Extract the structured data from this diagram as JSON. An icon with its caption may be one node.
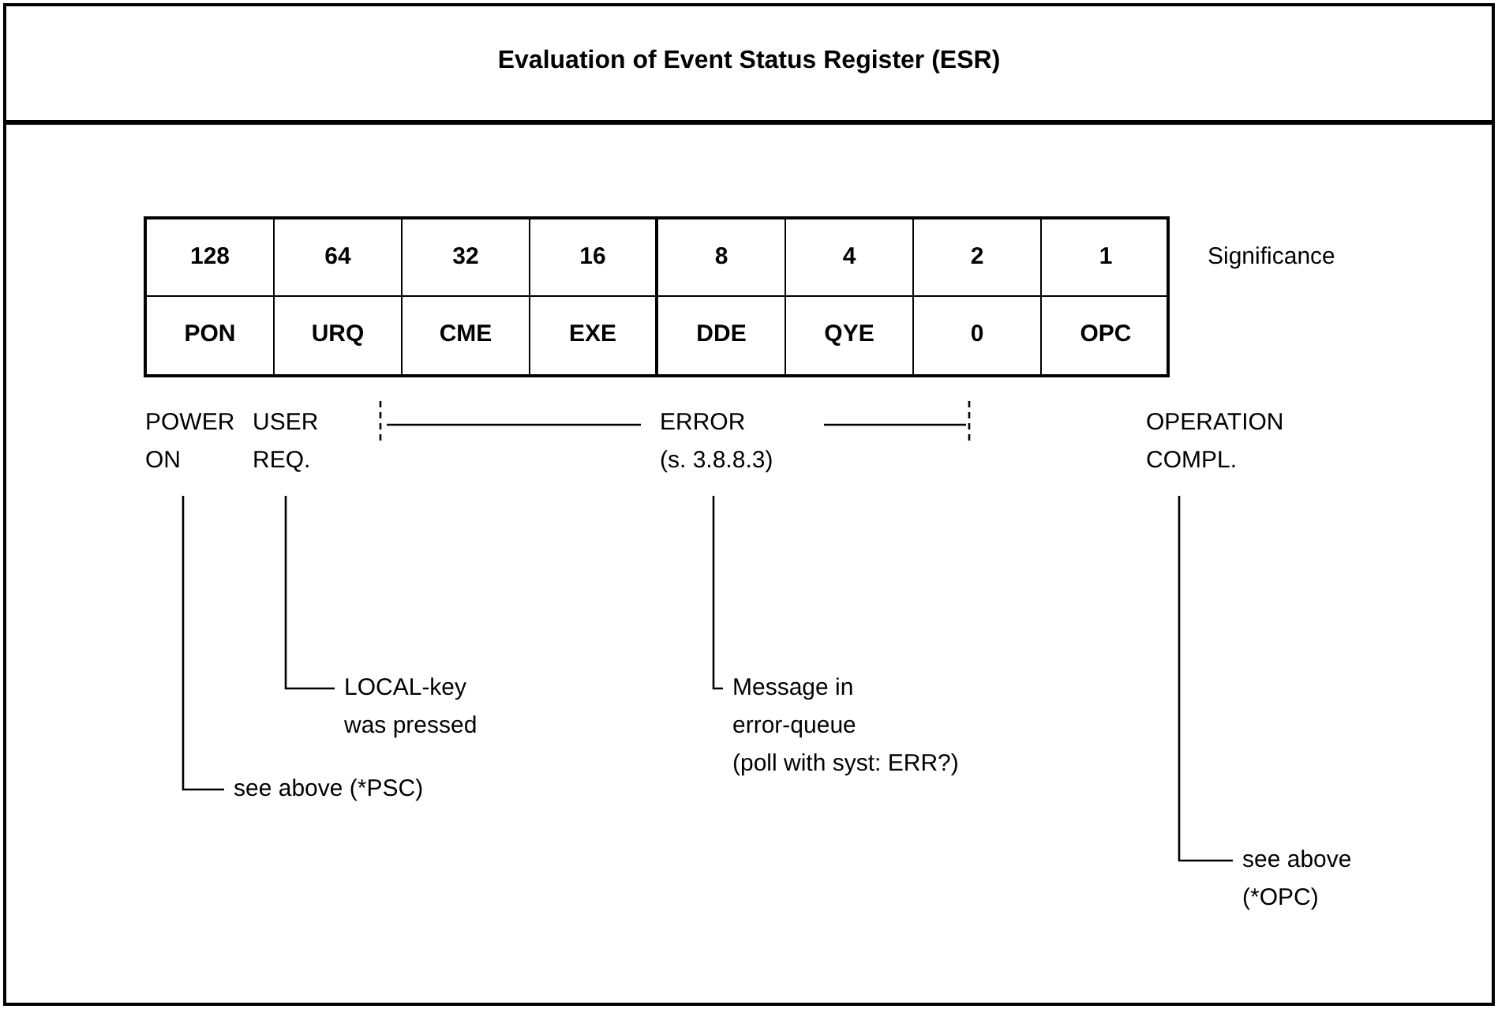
{
  "diagram": {
    "title": "Evaluation of Event Status Register (ESR)",
    "nodes": [
      {
        "text": [
          "POWER ON"
        ]
      },
      {
        "text": [
          "USER REQ."
        ]
      },
      {
        "text": [
          "ERROR",
          "(s. 3.8.8.3)"
        ]
      },
      {
        "text": [
          "OPERATION COMPL."
        ]
      },
      {
        "text": [
          "see above (*PSC)"
        ]
      },
      {
        "text": [
          "LOCAL-key was pressed"
        ]
      },
      {
        "text": [
          "Message in error-queue",
          "(poll with syst: ERR?)"
        ]
      },
      {
        "text": [
          "see above (*OPC)"
        ]
      }
    ],
    "edges": [
      {
        "from": 0,
        "to": 4,
        "arrow": "none"
      },
      {
        "from": 1,
        "to": 5,
        "arrow": "none"
      },
      {
        "from": 2,
        "to": 6,
        "arrow": "none"
      },
      {
        "from": 3,
        "to": 7,
        "arrow": "none"
      }
    ],
    "labels": [
      "128",
      "64",
      "32",
      "16",
      "8",
      "4",
      "2",
      "1",
      "PON",
      "URQ",
      "CME",
      "EXE",
      "DDE",
      "QYE",
      "0",
      "OPC",
      "Significance"
    ]
  }
}
